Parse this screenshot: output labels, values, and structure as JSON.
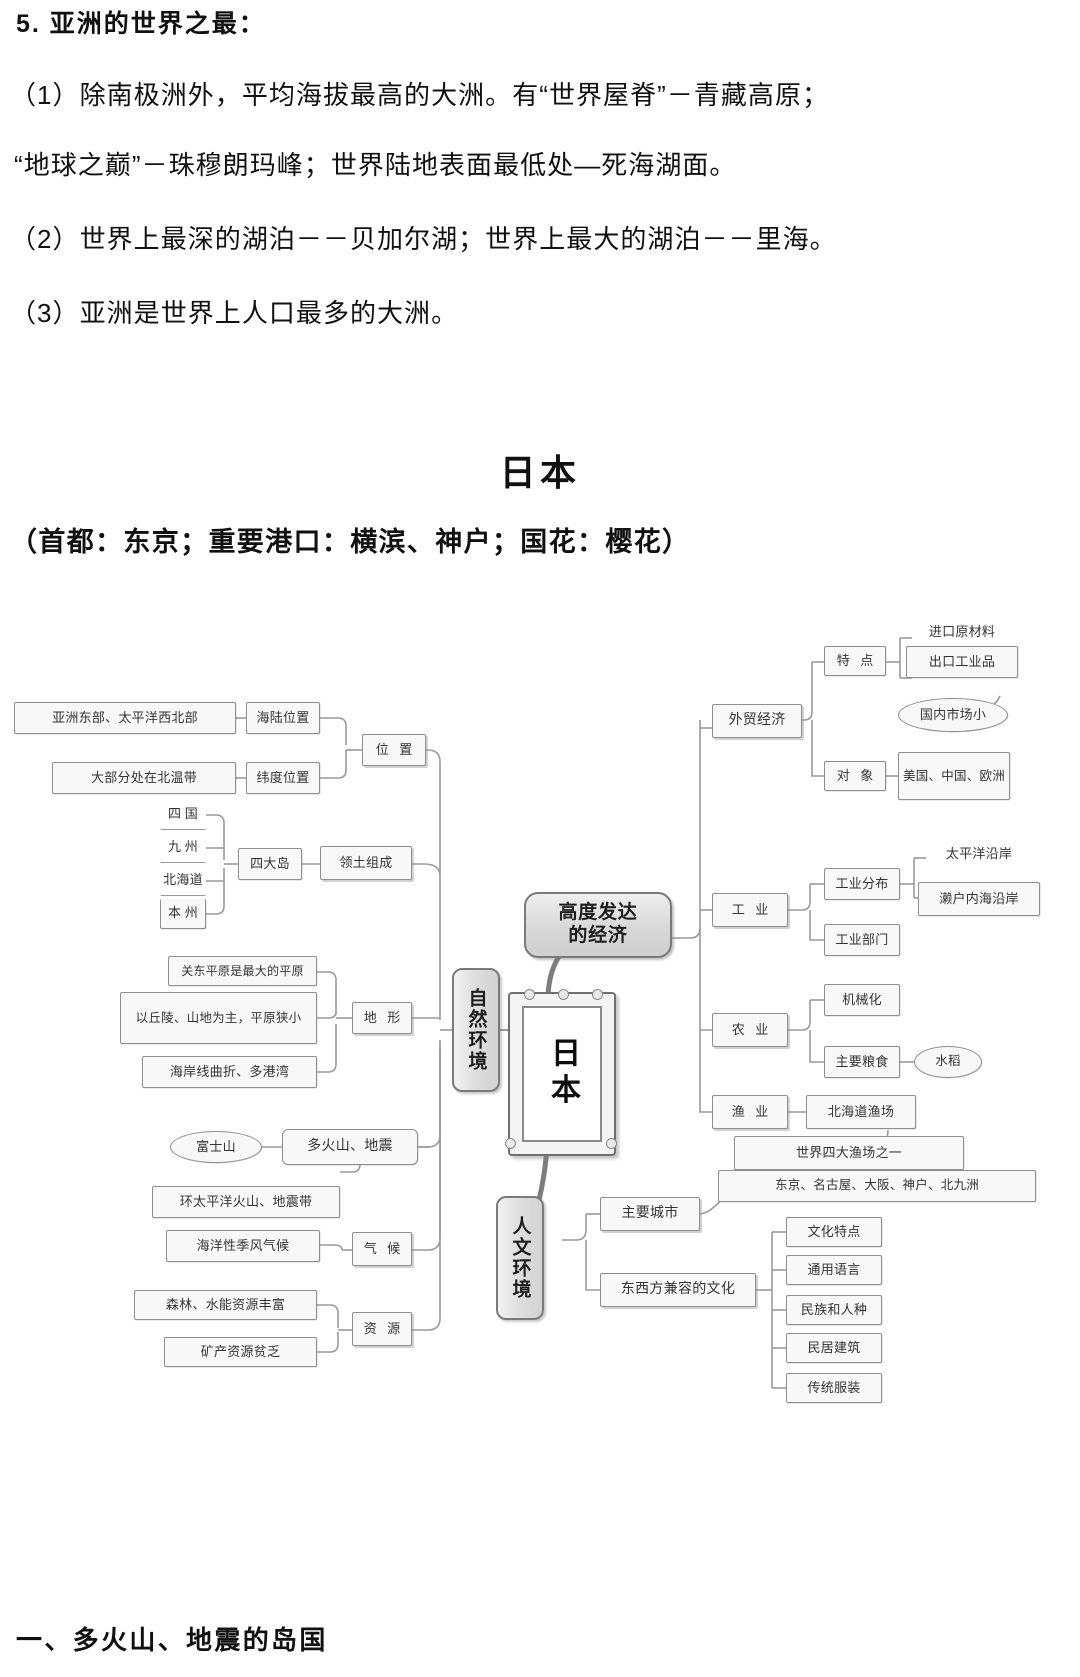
{
  "notes": {
    "heading": "5. 亚洲的世界之最：",
    "items": [
      "（1）除南极洲外，平均海拔最高的大洲。有“世界屋脊”－青藏高原；",
      "“地球之巅”－珠穆朗玛峰；世界陆地表面最低处—死海湖面。",
      "（2）世界上最深的湖泊－－贝加尔湖；世界上最大的湖泊－－里海。",
      "（3）亚洲是世界上人口最多的大洲。"
    ]
  },
  "section": {
    "title": "日本",
    "subtitle": "（首都：东京；重要港口：横滨、神户；国花：樱花）"
  },
  "footer": {
    "text": "一、多火山、地震的岛国"
  },
  "mindmap": {
    "center": "日本",
    "branches": {
      "nature": "自然环境",
      "economy_line1": "高度发达",
      "economy_line2": "的经济",
      "humanities": "人文环境"
    },
    "nature": {
      "location": "位 置",
      "location_children": [
        {
          "label": "海陆位置",
          "detail": "亚洲东部、太平洋西北部"
        },
        {
          "label": "纬度位置",
          "detail": "大部分处在北温带"
        }
      ],
      "territory": "领土组成",
      "four_islands": "四大岛",
      "islands": [
        "四 国",
        "九 州",
        "北海道",
        "本 州"
      ],
      "landform": "地 形",
      "landform_details": [
        "关东平原是最大的平原",
        "以丘陵、山地为主，平原狭小",
        "海岸线曲折、多港湾"
      ],
      "volcano": "多火山、地震",
      "volcano_details": [
        "富士山",
        "环太平洋火山、地震带"
      ],
      "climate": "气 候",
      "climate_detail": "海洋性季风气候",
      "resources": "资 源",
      "resources_details": [
        "森林、水能资源丰富",
        "矿产资源贫乏"
      ]
    },
    "economy": {
      "foreign_trade": "外贸经济",
      "feature": "特 点",
      "feature_details": [
        "进口原材料",
        "出口工业品"
      ],
      "feature_note": "国内市场小",
      "partners": "对 象",
      "partners_detail": "美国、中国、欧洲",
      "industry": "工 业",
      "industry_children": [
        "工业分布",
        "工业部门"
      ],
      "industry_distribution": [
        "太平洋沿岸",
        "濑户内海沿岸"
      ],
      "agriculture": "农 业",
      "agriculture_children": [
        "机械化",
        "主要粮食"
      ],
      "agriculture_note": "水稻",
      "fishery": "渔 业",
      "fishery_detail": "北海道渔场",
      "fishery_note": "世界四大渔场之一"
    },
    "humanities": {
      "main_cities": "主要城市",
      "main_cities_detail": "东京、名古屋、大阪、神户、北九洲",
      "culture": "东西方兼容的文化",
      "culture_children": [
        "文化特点",
        "通用语言",
        "民族和人种",
        "民居建筑",
        "传统服装"
      ]
    }
  }
}
